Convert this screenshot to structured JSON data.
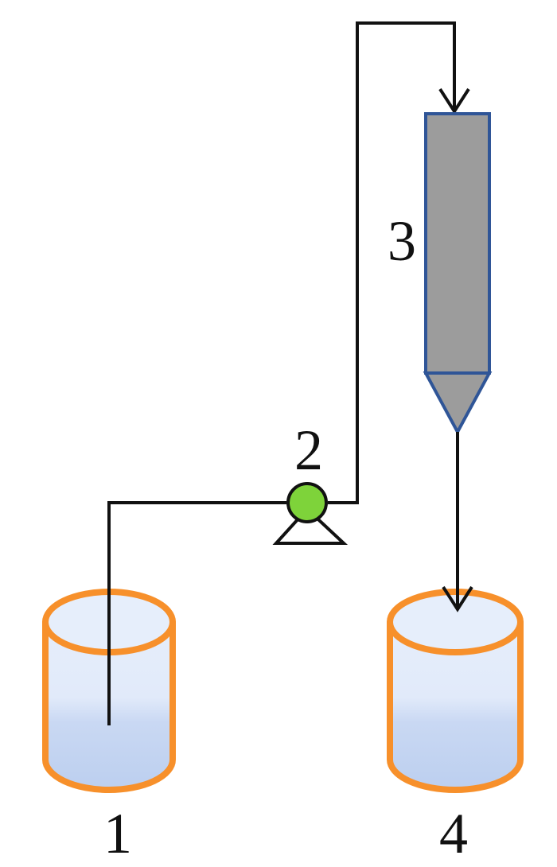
{
  "labels": {
    "reservoir": "1",
    "pump": "2",
    "column": "3",
    "collector": "4"
  },
  "colors": {
    "vessel_outline": "#F7902B",
    "vessel_liquid_top": "#E6EEFB",
    "vessel_liquid_bottom": "#BDD0F0",
    "pump_fill": "#7ED33A",
    "column_fill": "#9C9C9C",
    "column_outline": "#2F5597",
    "line": "#111111"
  }
}
